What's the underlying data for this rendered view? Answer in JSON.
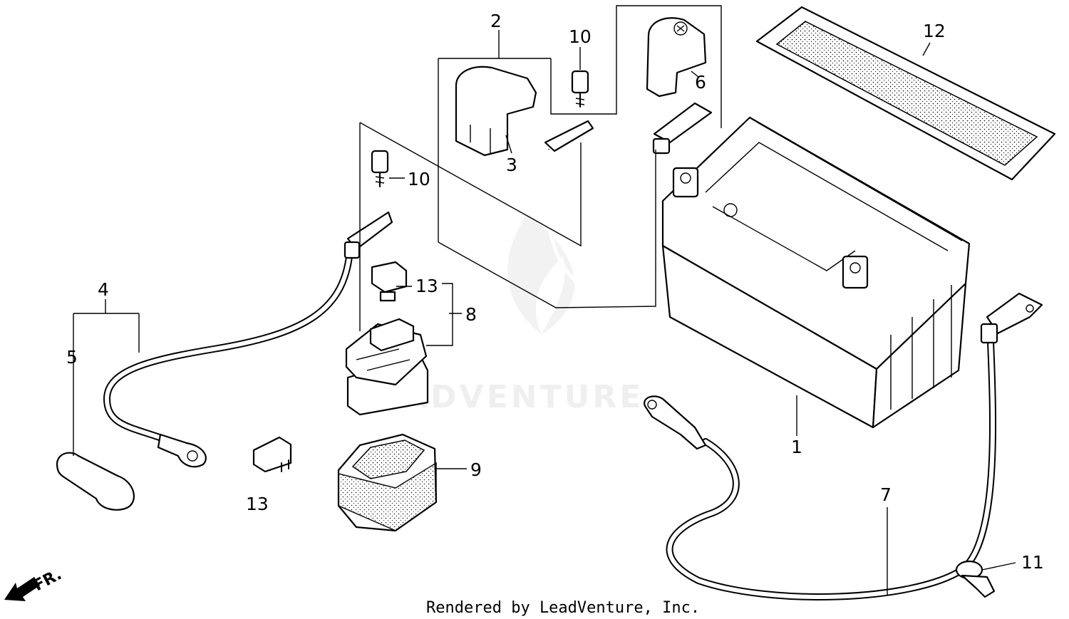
{
  "diagram": {
    "credit": "Rendered by LeadVenture, Inc.",
    "watermark": "LEADVENTURE",
    "direction_label": "FR.",
    "callouts": {
      "c1": "1",
      "c2": "2",
      "c3": "3",
      "c4": "4",
      "c5": "5",
      "c6": "6",
      "c7": "7",
      "c8": "8",
      "c9": "9",
      "c10a": "10",
      "c10b": "10",
      "c11": "11",
      "c12": "12",
      "c13a": "13",
      "c13b": "13"
    }
  }
}
